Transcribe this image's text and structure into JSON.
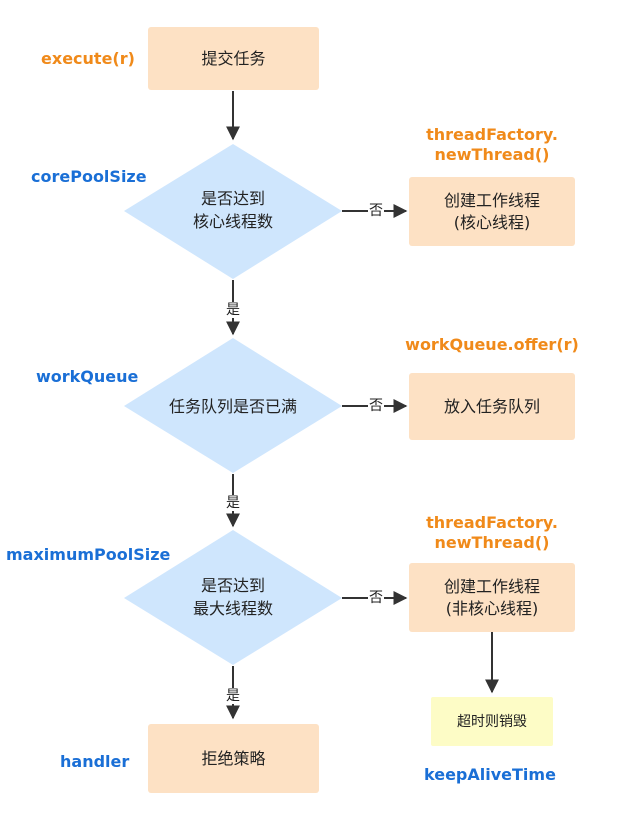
{
  "nodes": {
    "submit": "提交任务",
    "core_decision": [
      "是否达到",
      "核心线程数"
    ],
    "create_core": [
      "创建工作线程",
      "(核心线程)"
    ],
    "queue_decision": "任务队列是否已满",
    "enqueue": "放入任务队列",
    "max_decision": [
      "是否达到",
      "最大线程数"
    ],
    "create_noncore": [
      "创建工作线程",
      "(非核心线程)"
    ],
    "timeout_destroy": "超时则销毁",
    "reject": "拒绝策略"
  },
  "labels": {
    "execute": "execute(r)",
    "core_pool_size": "corePoolSize",
    "thread_factory_1": [
      "threadFactory.",
      "newThread()"
    ],
    "work_queue": "workQueue",
    "work_queue_offer": "workQueue.offer(r)",
    "maximum_pool_size": "maximumPoolSize",
    "thread_factory_2": [
      "threadFactory.",
      "newThread()"
    ],
    "handler": "handler",
    "keep_alive_time": "keepAliveTime"
  },
  "edges": {
    "yes": "是",
    "no": "否"
  },
  "colors": {
    "box_fill": "#fde1c4",
    "diamond_fill": "#cfe6fd",
    "yellow_fill": "#fdfcc6",
    "orange_label": "#f08a1a",
    "blue_label": "#1a6fd6",
    "arrow": "#333333"
  }
}
